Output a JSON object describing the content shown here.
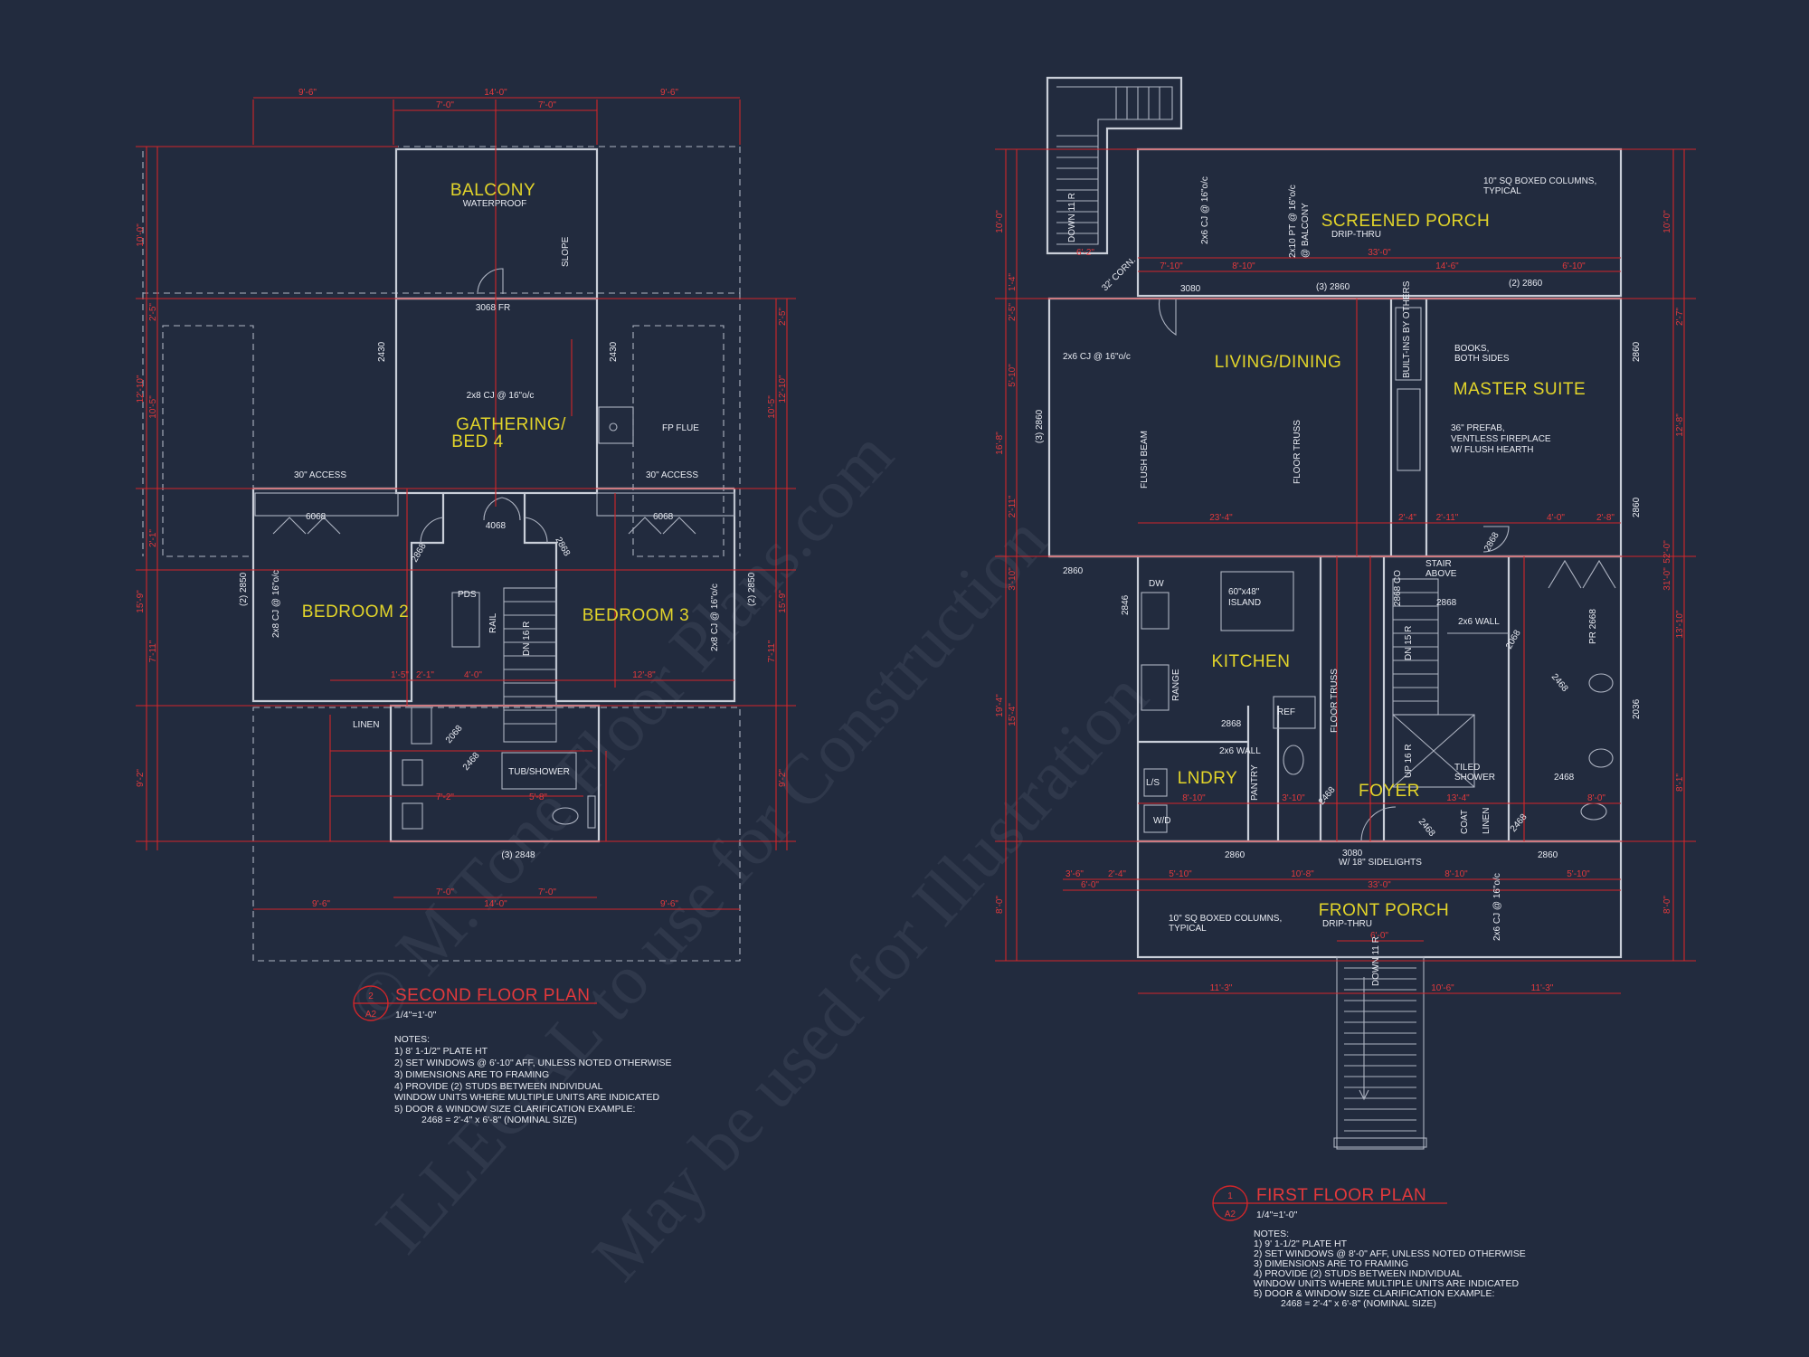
{
  "second_floor": {
    "title": "SECOND FLOOR PLAN",
    "detail_num": "2",
    "sheet": "A2",
    "scale": "1/4\"=1'-0\"",
    "rooms": {
      "balcony": "BALCONY",
      "balcony_sub": "WATERPROOF",
      "gathering_1": "GATHERING/",
      "gathering_2": "BED 4",
      "bedroom2": "BEDROOM 2",
      "bedroom3": "BEDROOM 3"
    },
    "labels": {
      "slope": "SLOPE",
      "door_3068fr": "3068 FR",
      "win_2430_l": "2430",
      "win_2430_r": "2430",
      "cj_2x8": "2x8 CJ @ 16\"o/c",
      "fp_flue": "FP FLUE",
      "access_l": "30\" ACCESS",
      "access_r": "30\" ACCESS",
      "closet_6068_l": "6068",
      "closet_6068_r": "6068",
      "door_4068": "4068",
      "door_2868_l": "2868",
      "door_2868_r": "2868",
      "win_2850_l": "(2) 2850",
      "win_2850_r": "(2) 2850",
      "cj_b2": "2x8 CJ @ 16\"o/c",
      "cj_b3": "2x8 CJ @ 16\"o/c",
      "pds": "PDS",
      "rail": "RAIL",
      "dn": "DN 16 R",
      "linen": "LINEN",
      "door_2068": "2068",
      "door_2468": "2468",
      "tub": "TUB/SHOWER",
      "win_2848": "(3) 2848"
    },
    "dims": {
      "top_l": "9'-6\"",
      "top_c": "14'-0\"",
      "top_r": "9'-6\"",
      "top_c1": "7'-0\"",
      "top_c2": "7'-0\"",
      "bot_c1": "7'-0\"",
      "bot_c2": "7'-0\"",
      "bot_l": "9'-6\"",
      "bot_c": "14'-0\"",
      "bot_r": "9'-6\"",
      "left_1": "10'-0\"",
      "left_2": "2'-5\"",
      "left_3": "12'-10\"",
      "left_4": "10'-5\"",
      "left_5": "2'-1\"",
      "left_6": "15'-9\"",
      "left_7": "7'-11\"",
      "left_8": "9'-2\"",
      "right_1": "2'-5\"",
      "right_2": "12'-10\"",
      "right_3": "10'-5\"",
      "right_4": "15'-9\"",
      "right_5": "7'-11\"",
      "right_6": "9'-2\"",
      "bath_w": "7'-2\"",
      "bath_w2": "5'-8\"",
      "mid_1": "1'-5\"",
      "mid_2": "2'-1\"",
      "mid_3": "4'-0\"",
      "b3_w": "12'-8\""
    },
    "notes_title": "NOTES:",
    "notes": [
      "1) 8' 1-1/2\" PLATE HT",
      "2) SET WINDOWS @ 6'-10\" AFF, UNLESS NOTED OTHERWISE",
      "3) DIMENSIONS ARE TO FRAMING",
      "4) PROVIDE (2) STUDS BETWEEN INDIVIDUAL",
      "WINDOW UNITS WHERE MULTIPLE UNITS ARE INDICATED",
      "5) DOOR & WINDOW SIZE CLARIFICATION EXAMPLE:",
      "2468 = 2'-4\" x 6'-8\" (NOMINAL SIZE)"
    ]
  },
  "first_floor": {
    "title": "FIRST FLOOR PLAN",
    "detail_num": "1",
    "sheet": "A2",
    "scale": "1/4\"=1'-0\"",
    "rooms": {
      "screened": "SCREENED PORCH",
      "screened_sub": "DRIP-THRU",
      "living": "LIVING/DINING",
      "master": "MASTER SUITE",
      "kitchen": "KITCHEN",
      "lndry": "LNDRY",
      "foyer": "FOYER",
      "front_porch": "FRONT PORCH",
      "front_porch_sub": "DRIP-THRU"
    },
    "labels": {
      "columns_top_1": "10\" SQ BOXED COLUMNS,",
      "columns_top_2": "TYPICAL",
      "columns_bot_1": "10\" SQ BOXED COLUMNS,",
      "columns_bot_2": "TYPICAL",
      "cj_porch": "2x6 CJ @ 16\"o/c",
      "pt_porch": "2x10 PT @ 16\"o/c",
      "balcony_above": "@ BALCONY",
      "down_top": "DOWN 11 R",
      "door_3080": "3080",
      "win_2860_a": "(3) 2860",
      "win_2860_b": "(2) 2860",
      "win_2860_l": "(3) 2860",
      "cj_living": "2x6 CJ @ 16\"o/c",
      "flush_beam": "FLUSH BEAM",
      "floor_truss_1": "FLOOR TRUSS",
      "floor_truss_2": "FLOOR TRUSS",
      "builtins": "BUILT-INS BY OTHERS",
      "books_1": "BOOKS,",
      "books_2": "BOTH SIDES",
      "fp_1": "36\" PREFAB,",
      "fp_2": "VENTLESS FIREPLACE",
      "fp_3": "W/ FLUSH HEARTH",
      "win_2860_m1": "2860",
      "win_2860_m2": "2860",
      "win_2860_c": "2860",
      "island_1": "60\"x48\"",
      "island_2": "ISLAND",
      "dw": "DW",
      "win_2846": "2846",
      "range": "RANGE",
      "ref": "REF",
      "door_2868_k": "2868",
      "wall_2x6": "2x6 WALL",
      "wall_2x6_b": "2x6 WALL",
      "pantry": "PANTRY",
      "ls": "L/S",
      "wd": "W/D",
      "door_2468_a": "2468",
      "door_2468_b": "2468",
      "door_2468_c": "2468",
      "door_2468_d": "2468",
      "door_2468_e": "2468",
      "stair_above_1": "STAIR",
      "stair_above_2": "ABOVE",
      "co": "2868 CO",
      "door_2868_s": "2868",
      "door_2868_m": "2868",
      "up_16": "UP 16 R",
      "dn_10": "DN 15 R",
      "door_2068_m": "2068",
      "pr_2668": "PR 2668",
      "tiled_1": "TILED",
      "tiled_2": "SHOWER",
      "coat": "COAT",
      "linen": "LINEN",
      "win_2036": "2036",
      "win_2860_fl": "2860",
      "win_2860_fr": "2860",
      "door_3080_f": "3080",
      "sidelights": "W/ 18\" SIDELIGHTS",
      "cj_front": "2x6 CJ @ 16\"o/c",
      "down_bot": "DOWN 11 R",
      "angle_32": "32' CORN."
    },
    "dims": {
      "sp_1": "7'-10\"",
      "sp_2": "8'-10\"",
      "sp_3": "14'-6\"",
      "sp_4": "6'-10\"",
      "sp_total": "33'-0\"",
      "top_small": "6'-2\"",
      "ld_1": "23'-4\"",
      "ld_2": "2'-4\"",
      "ld_3": "2'-11\"",
      "ld_4": "4'-0\"",
      "ld_5": "2'-8\"",
      "fr_1": "3'-6\"",
      "fr_2": "2'-4\"",
      "fr_3": "5'-10\"",
      "fr_4": "10'-8\"",
      "fr_5": "8'-10\"",
      "fr_6": "5'-10\"",
      "fr_total": "33'-0\"",
      "fr_sub": "6'-0\"",
      "st_1": "11'-3\"",
      "st_2": "6'-0\"",
      "st_3": "10'-6\"",
      "st_4": "11'-3\"",
      "ln_1": "8'-10\"",
      "ln_2": "3'-10\"",
      "ln_3": "8'-0\"",
      "ln_4": "13'-4\"",
      "left_1": "10'-0\"",
      "left_2": "1'-4\"",
      "left_3": "2'-5\"",
      "left_4": "5'-10\"",
      "left_5": "16'-8\"",
      "left_6": "3'-10\"",
      "left_7": "15'-4\"",
      "left_8": "19'-4\"",
      "left_9": "2'-11\"",
      "left_10": "8'-0\"",
      "right_1": "10'-0\"",
      "right_2": "2'-7\"",
      "right_3": "12'-8\"",
      "right_4": "31'-0\"",
      "right_5": "13'-10\"",
      "right_6": "8'-1\"",
      "right_7": "8'-0\"",
      "right_8": "52'-0\""
    },
    "notes_title": "NOTES:",
    "notes": [
      "1) 9' 1-1/2\" PLATE HT",
      "2) SET WINDOWS @ 8'-0\" AFF, UNLESS NOTED OTHERWISE",
      "3) DIMENSIONS ARE TO FRAMING",
      "4) PROVIDE (2) STUDS BETWEEN INDIVIDUAL",
      "WINDOW UNITS WHERE MULTIPLE UNITS ARE INDICATED",
      "5) DOOR & WINDOW SIZE CLARIFICATION EXAMPLE:",
      "2468 = 2'-4\" x 6'-8\" (NOMINAL SIZE)"
    ]
  },
  "watermark": {
    "line1": "© M.Tone Floor Plans.com",
    "line2": "ILLEGAL to use for Construction",
    "line3": "May be used for Illustration"
  },
  "colors": {
    "background": "#222b3e",
    "walls": "#c9ced8",
    "dimensions": "#d2262a",
    "room_labels": "#e3d52a"
  }
}
